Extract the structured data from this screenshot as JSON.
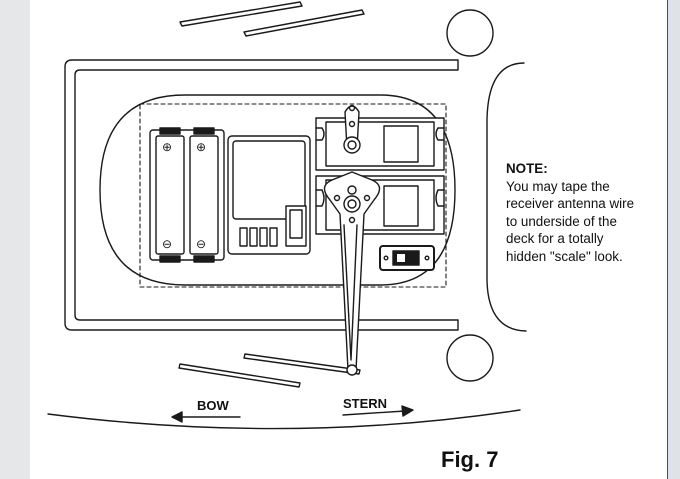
{
  "note": {
    "title": "NOTE:",
    "body": "You may tape the\nreceiver antenna wire\nto underside of the\ndeck for a totally\nhidden \"scale\" look."
  },
  "labels": {
    "bow": "BOW",
    "stern": "STERN",
    "figure": "Fig. 7"
  },
  "colors": {
    "ink": "#1a1a1a",
    "side_strip": "#e6e7e9",
    "accent_bar": "#1f5a97"
  }
}
